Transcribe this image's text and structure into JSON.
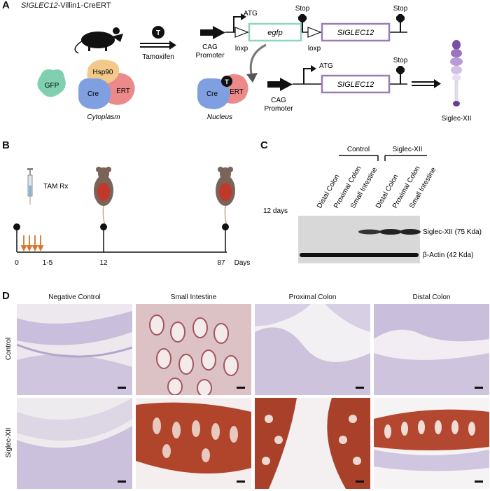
{
  "panels": {
    "a": {
      "letter": "A",
      "title_gene": "SIGLEC12",
      "title_rest": "-Villin1-CreERT",
      "tamoxifen_symbol": "T",
      "tamoxifen_label": "Tamoxifen",
      "gfp": "GFP",
      "hsp90": "Hsp90",
      "cre": "Cre",
      "ert": "ERT",
      "cytoplasm": "Cytoplasm",
      "nucleus": "Nucleus",
      "nucleus_cre": "Cre",
      "nucleus_ert": "ERT",
      "nucleus_t": "T",
      "atg_top": "ATG",
      "stop_1": "Stop",
      "stop_2": "Stop",
      "egfp": "egfp",
      "siglec12_top": "SIGLEC12",
      "cag_promoter_top_1": "CAG",
      "cag_promoter_top_2": "Promoter",
      "loxp_1": "loxp",
      "loxp_2": "loxp",
      "atg_bottom": "ATG",
      "stop_3": "Stop",
      "siglec12_bottom": "SIGLEC12",
      "cag_promoter_bottom_1": "CAG",
      "cag_promoter_bottom_2": "Promoter",
      "siglec_protein": "Siglec-XII"
    },
    "b": {
      "letter": "B",
      "tam_rx": "TAM Rx",
      "ticks": [
        "0",
        "1-5",
        "12",
        "87"
      ],
      "axis_unit": "Days"
    },
    "c": {
      "letter": "C",
      "group_control": "Control",
      "group_siglec": "Siglec-XII",
      "lanes": [
        "Distal Colon",
        "Proximal Colon",
        "Small Intestine",
        "Distal Colon",
        "Proximal Colon",
        "Small Intestine"
      ],
      "timepoint": "12 days",
      "band_top": "Siglec-XII (75 Kda)",
      "band_bottom": "β-Actin (42 Kda)"
    },
    "d": {
      "letter": "D",
      "columns": [
        "Negative Control",
        "Small Intestine",
        "Proximal Colon",
        "Distal Colon"
      ],
      "rows": [
        "Control",
        "Siglec-XII"
      ]
    }
  },
  "colors": {
    "egfp_box": "#8fd3c3",
    "siglec_box": "#9b7bb5",
    "gfp_blob": "#7fcfb0",
    "hsp90_blob": "#f2c98a",
    "cre_blob": "#7f9fe0",
    "ert_blob": "#ec8a8a",
    "ihc_purple": "#b9aed3",
    "ihc_brown": "#b0452c"
  }
}
